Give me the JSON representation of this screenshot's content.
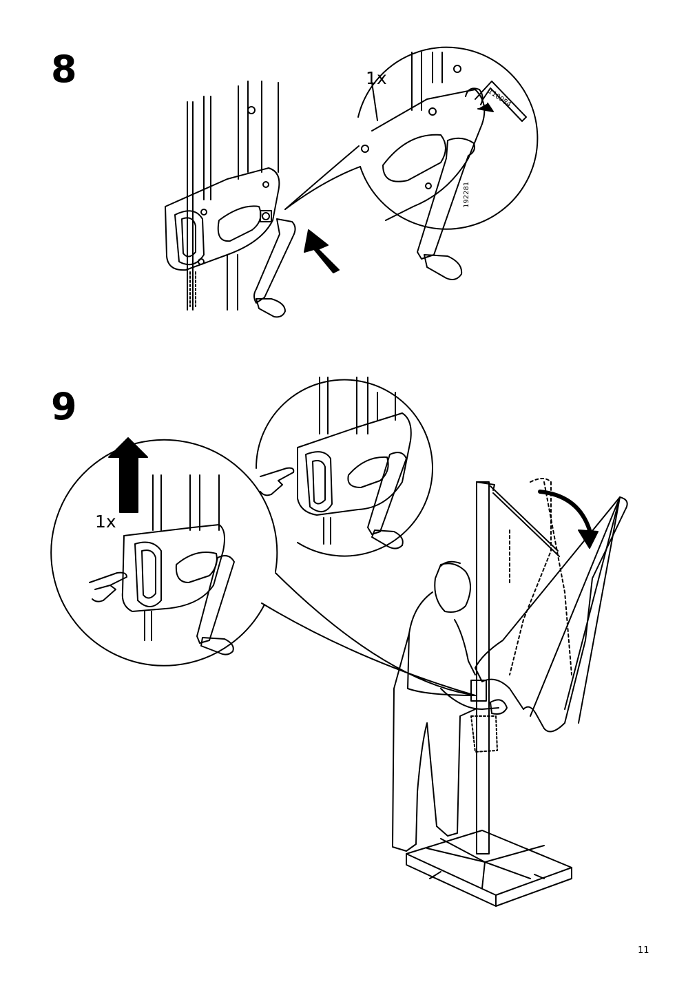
{
  "page": {
    "number": "11"
  },
  "steps": [
    {
      "number": "8",
      "quantity": "1x",
      "part_numbers": [
        "110084",
        "192281"
      ]
    },
    {
      "number": "9",
      "quantity": "1x"
    }
  ]
}
